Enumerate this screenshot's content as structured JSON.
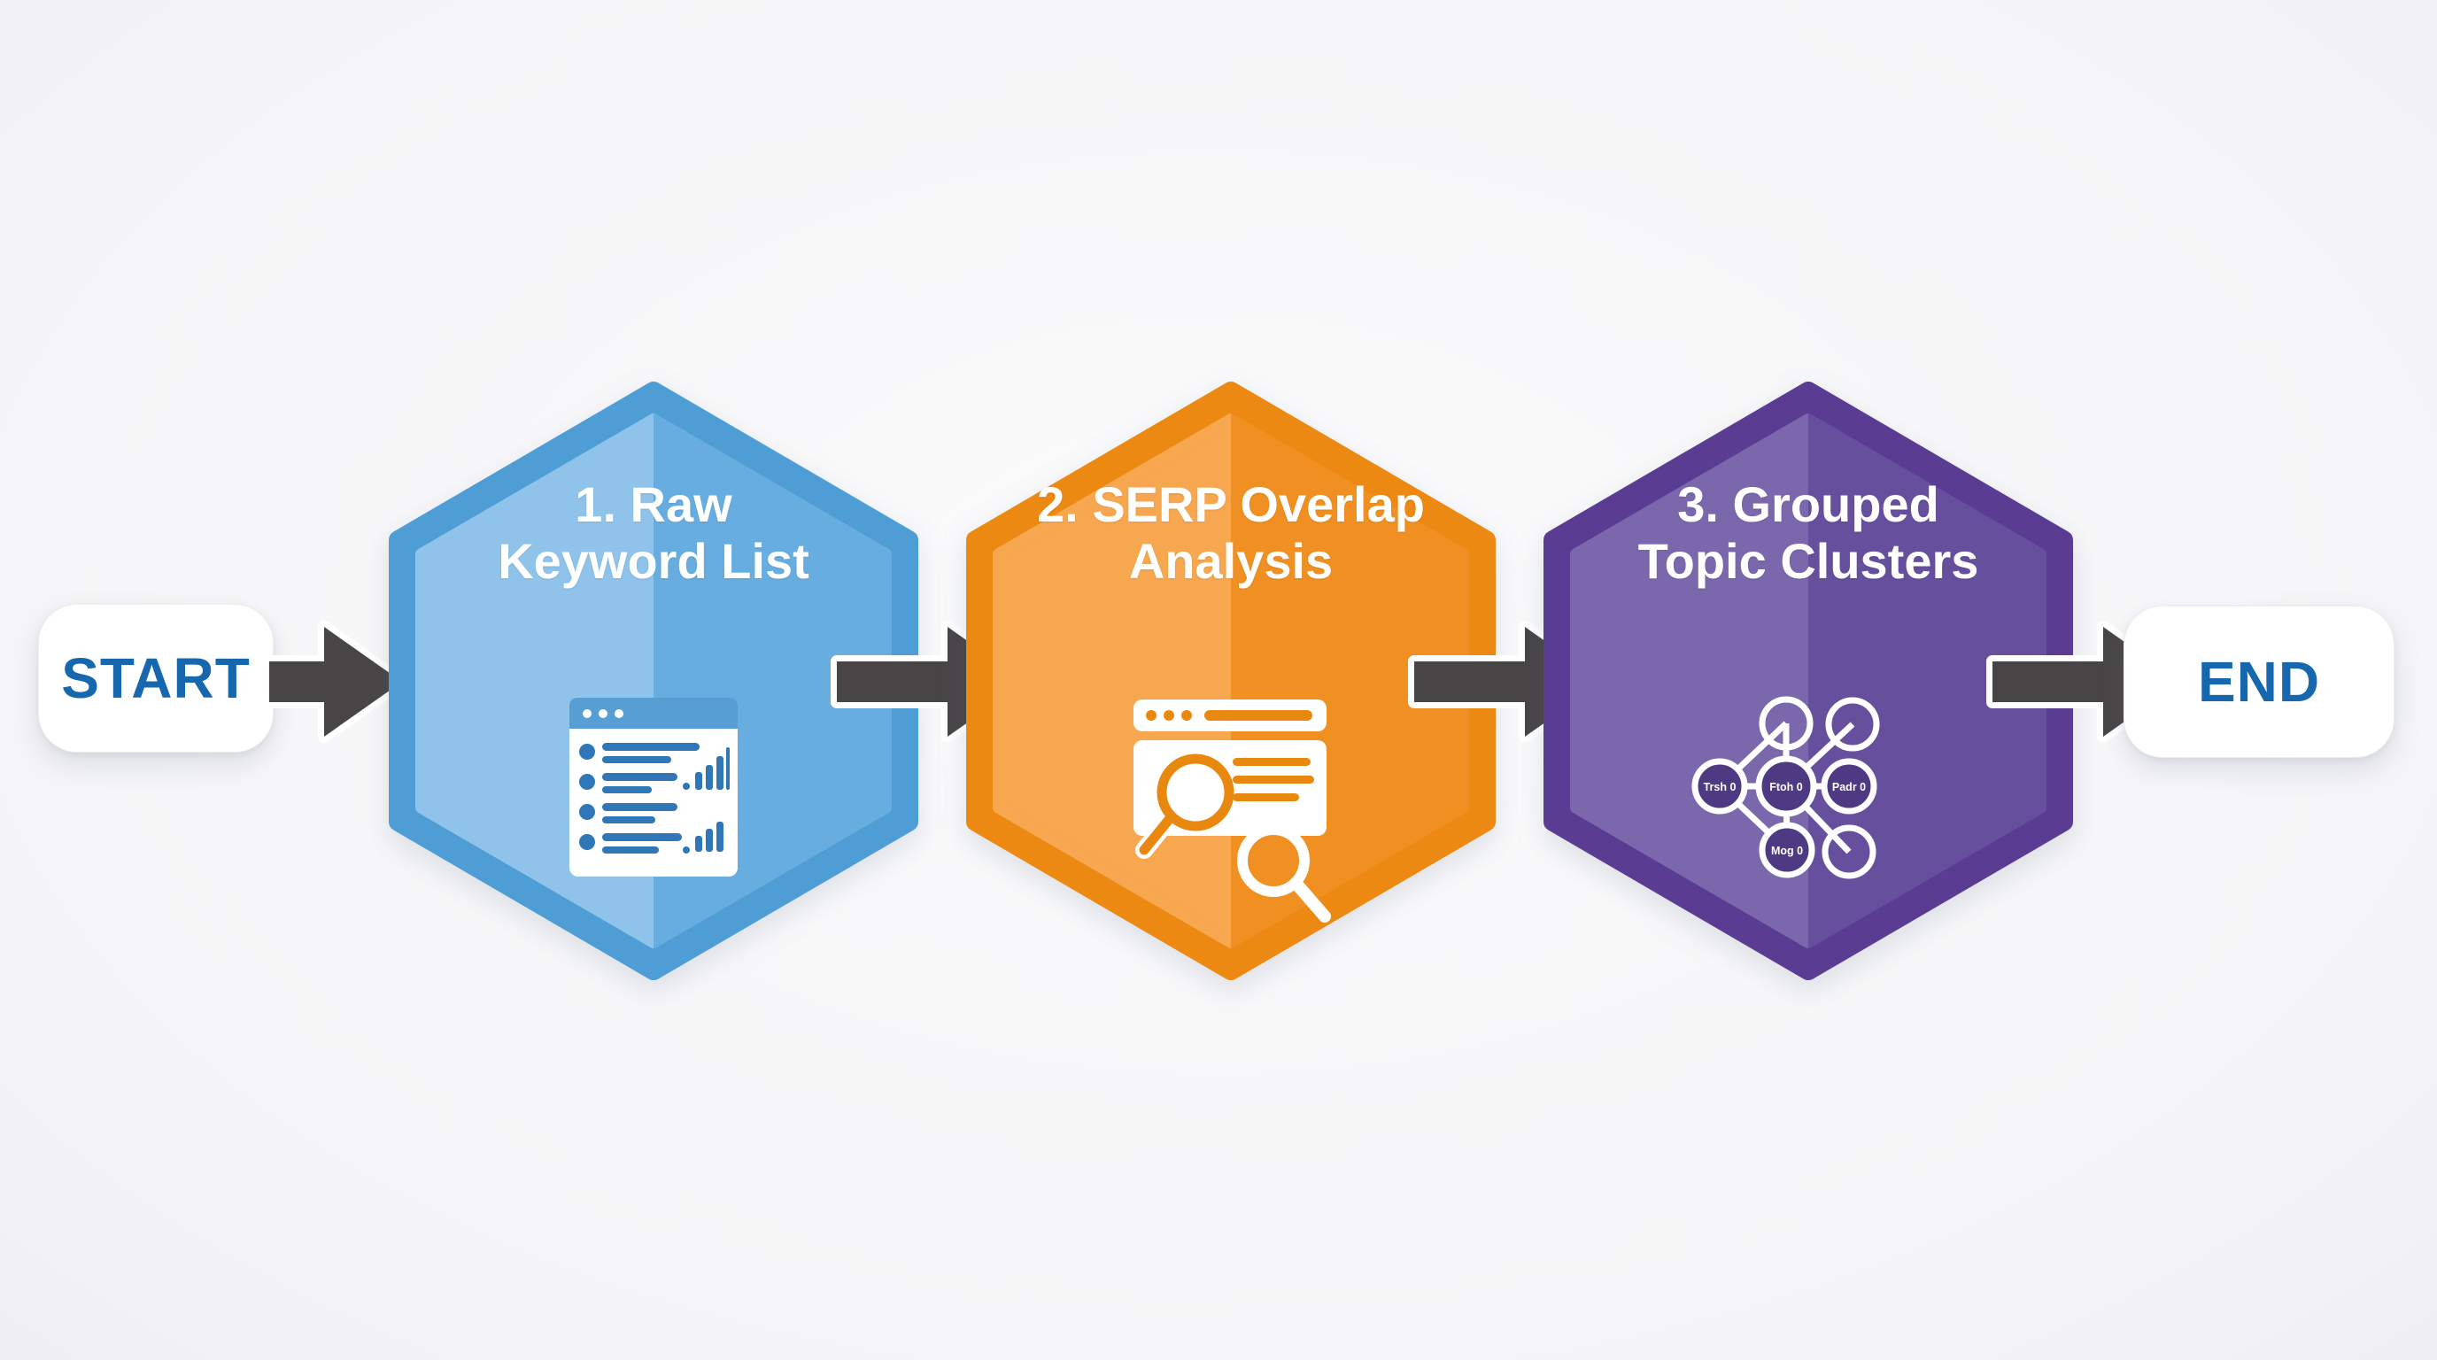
{
  "background": "#f6f6f7",
  "flow": {
    "start": {
      "label": "START"
    },
    "end": {
      "label": "END"
    },
    "terminal_text_color": "#1667ad",
    "arrow_color": "#484546",
    "arrow_outline_color": "#ffffff",
    "steps": [
      {
        "id": "raw-keyword-list",
        "title_line1": "1. Raw",
        "title_line2": "Keyword List",
        "border_color": "#4f9dd5",
        "fill_left": "#8fc3ea",
        "fill_right": "#68ade0",
        "icon": "keyword-list-window-icon",
        "icon_colors": {
          "window": "#ffffff",
          "header": "#579ed4",
          "content": "#2f77b6"
        }
      },
      {
        "id": "serp-overlap-analysis",
        "title_line1": "2. SERP Overlap",
        "title_line2": "Analysis",
        "border_color": "#ec8912",
        "fill_left": "#f6a74f",
        "fill_right": "#f09022",
        "icon": "serp-magnifier-window-icon",
        "icon_colors": {
          "window": "#ffffff",
          "content": "#e8880f"
        }
      },
      {
        "id": "grouped-topic-clusters",
        "title_line1": "3. Grouped",
        "title_line2": "Topic Clusters",
        "border_color": "#5a3d93",
        "fill_left": "#7b67ac",
        "fill_right": "#66509e",
        "icon": "topic-cluster-graph-icon",
        "icon_colors": {
          "node_fill": "#4d3a82",
          "node_ring": "#ffffff"
        },
        "cluster_labels": {
          "left": "Trsh 0",
          "center": "Ftoh 0",
          "right": "Padr 0",
          "bottom": "Mog 0"
        }
      }
    ]
  }
}
